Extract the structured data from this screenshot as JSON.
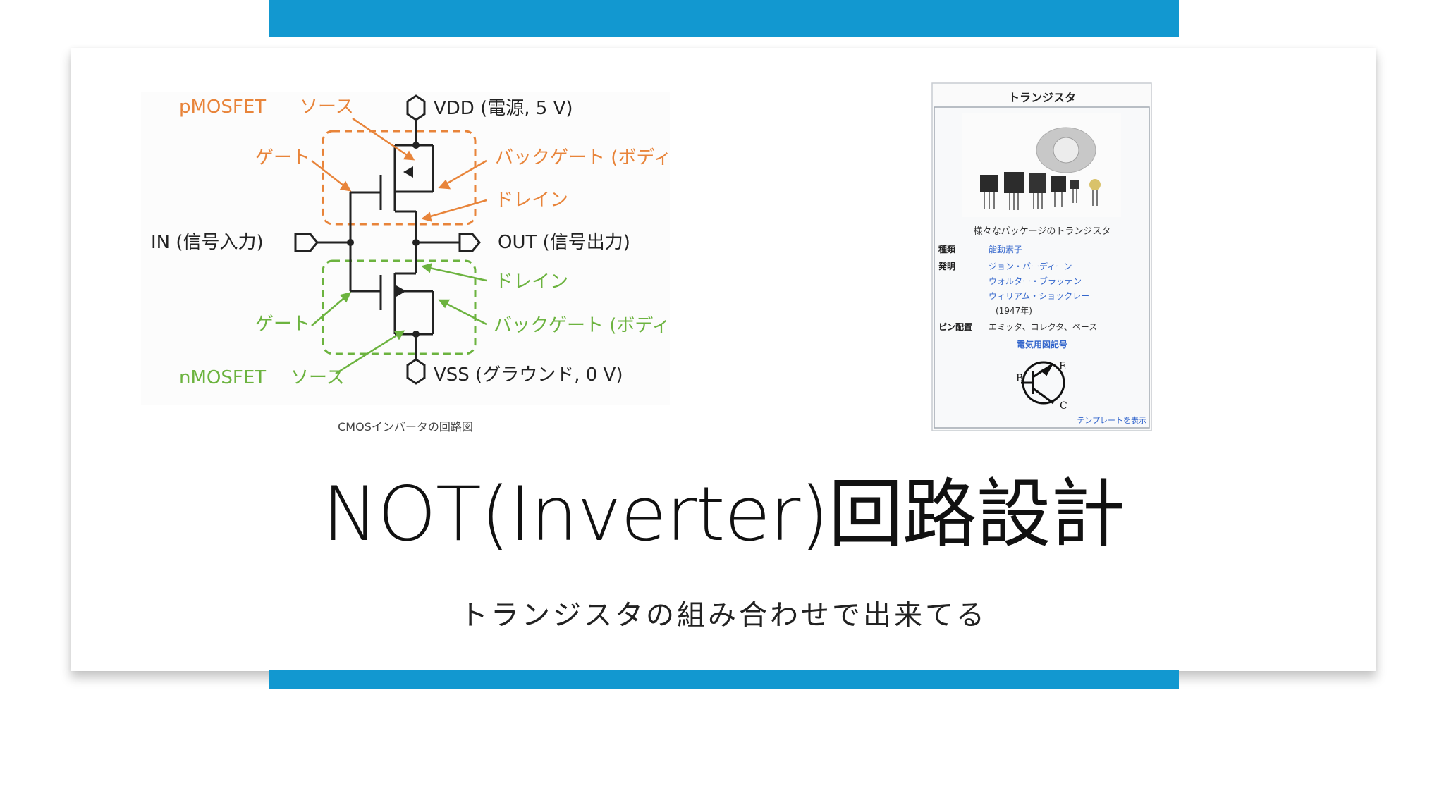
{
  "slide": {
    "title": "NOT(Inverter)回路設計",
    "subtitle": "トランジスタの組み合わせで出来てる"
  },
  "circuit": {
    "pmos_label": "pMOSFET",
    "p_source": "ソース",
    "p_gate": "ゲート",
    "p_backgate": "バックゲート (ボディ)",
    "p_drain": "ドレイン",
    "vdd": "VDD (電源, 5 V)",
    "input": "IN (信号入力)",
    "output": "OUT (信号出力)",
    "n_drain": "ドレイン",
    "n_gate": "ゲート",
    "n_backgate": "バックゲート (ボディ)",
    "nmos_label": "nMOSFET",
    "n_source": "ソース",
    "vss": "VSS (グラウンド, 0 V)",
    "caption": "CMOSインバータの回路図",
    "colors": {
      "pmos": "#e8843a",
      "nmos": "#6cb33f",
      "wire": "#222222"
    }
  },
  "infobox": {
    "title": "トランジスタ",
    "image_caption": "様々なパッケージのトランジスタ",
    "rows": [
      {
        "label": "種類",
        "value": "能動素子"
      },
      {
        "label": "発明",
        "value": "ジョン・バーディーン"
      },
      {
        "label": "",
        "value": "ウォルター・ブラッテン"
      },
      {
        "label": "",
        "value": "ウィリアム・ショックレー"
      },
      {
        "label": "",
        "value": "(1947年)"
      },
      {
        "label": "ピン配置",
        "value": "エミッタ、コレクタ、ベース"
      }
    ],
    "symbol_heading": "電気用図記号",
    "pins": {
      "b": "B",
      "e": "E",
      "c": "C"
    },
    "footer_link": "テンプレートを表示"
  }
}
